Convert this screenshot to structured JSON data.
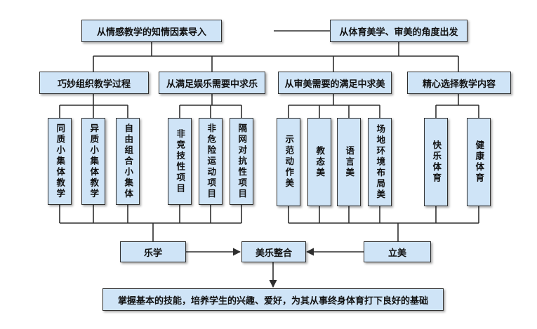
{
  "colors": {
    "box_fill": "#cfe4f7",
    "line": "#2f2f2f"
  },
  "top": {
    "left": "从情感教学的知情因素导入",
    "right": "从体育美学、审美的角度出发"
  },
  "groups": [
    {
      "title": "巧妙组织教学过程",
      "items": [
        "同质小集体教学",
        "异质小集体教学",
        "自由组合小集体"
      ]
    },
    {
      "title": "从满足娱乐需要中求乐",
      "items": [
        "非竞技性项目",
        "非危险运动项目",
        "隔网对抗性项目"
      ]
    },
    {
      "title": "从审美需要的满足中求美",
      "items": [
        "示范动作美",
        "教态美",
        "语言美",
        "场地环境布局美"
      ]
    },
    {
      "title": "精心选择教学内容",
      "items": [
        "快乐体育",
        "健康体育"
      ]
    }
  ],
  "bottom": {
    "left": "乐学",
    "center": "美乐整合",
    "right": "立美",
    "goal": "掌握基本的技能，培养学生的兴趣、爱好，为其从事终身体育打下良好的基础"
  }
}
